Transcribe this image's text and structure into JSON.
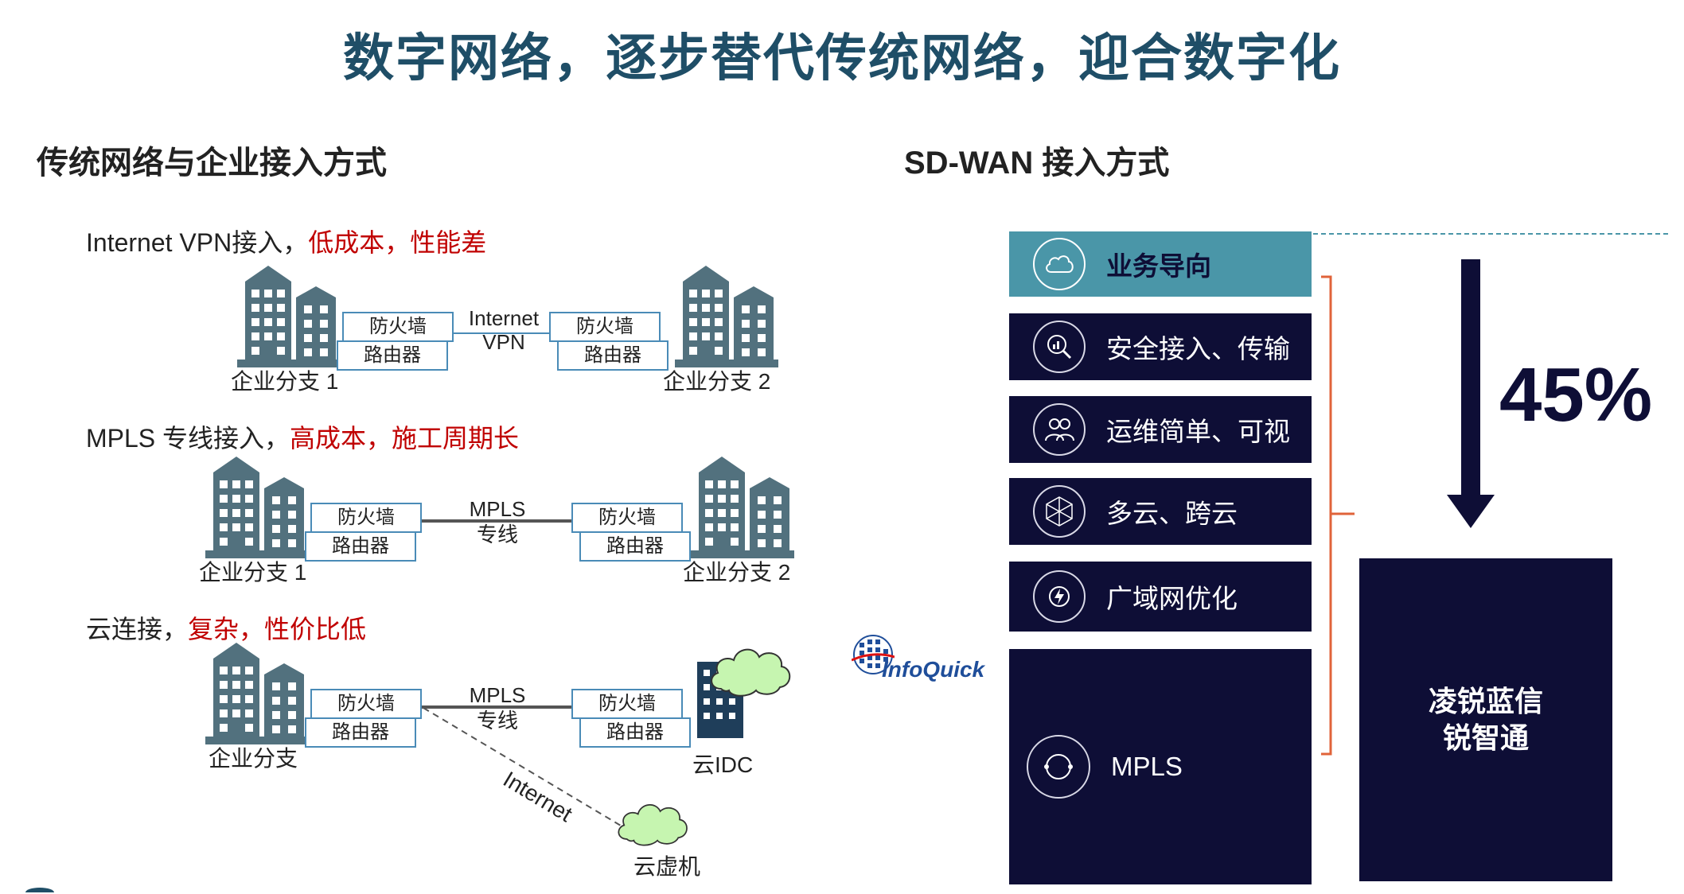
{
  "title": "数字网络，逐步替代传统网络，迎合数字化",
  "left": {
    "heading": "传统网络与企业接入方式",
    "scenarios": [
      {
        "prefix": "Internet VPN接入，",
        "highlight": "低成本，性能差",
        "site_a": "企业分支 1",
        "site_b": "企业分支 2",
        "link_line1": "Internet",
        "link_line2": "VPN",
        "firewall": "防火墙",
        "router": "路由器"
      },
      {
        "prefix": "MPLS 专线接入，",
        "highlight": "高成本，施工周期长",
        "site_a": "企业分支 1",
        "site_b": "企业分支 2",
        "link_line1": "MPLS",
        "link_line2": "专线",
        "firewall": "防火墙",
        "router": "路由器"
      },
      {
        "prefix": "云连接，",
        "highlight": "复杂，性价比低",
        "site_a": "企业分支",
        "idc": "云IDC",
        "vm": "云虚机",
        "link_line1": "MPLS",
        "link_line2": "专线",
        "internet": "Internet",
        "firewall": "防火墙",
        "router": "路由器"
      }
    ]
  },
  "right": {
    "heading": "SD-WAN 接入方式",
    "stack": [
      {
        "label": "业务导向",
        "icon": "cloud-icon"
      },
      {
        "label": "安全接入、传输",
        "icon": "magnifier-chart-icon"
      },
      {
        "label": "运维简单、可视",
        "icon": "people-icon"
      },
      {
        "label": "多云、跨云",
        "icon": "network-mesh-icon"
      },
      {
        "label": "广域网优化",
        "icon": "lightning-gear-icon"
      },
      {
        "label": "MPLS",
        "icon": "cycle-icon"
      }
    ],
    "percent": "45%",
    "product_line1": "凌锐蓝信",
    "product_line2": "锐智通"
  },
  "logo_text": "InfoQuick",
  "colors": {
    "title": "#1f4e67",
    "highlight": "#c00000",
    "stack_dark": "#0e0e36",
    "stack_top": "#4a96a8",
    "bracket": "#e0633a",
    "building": "#52717e",
    "cloud": "#c6f5b0"
  }
}
